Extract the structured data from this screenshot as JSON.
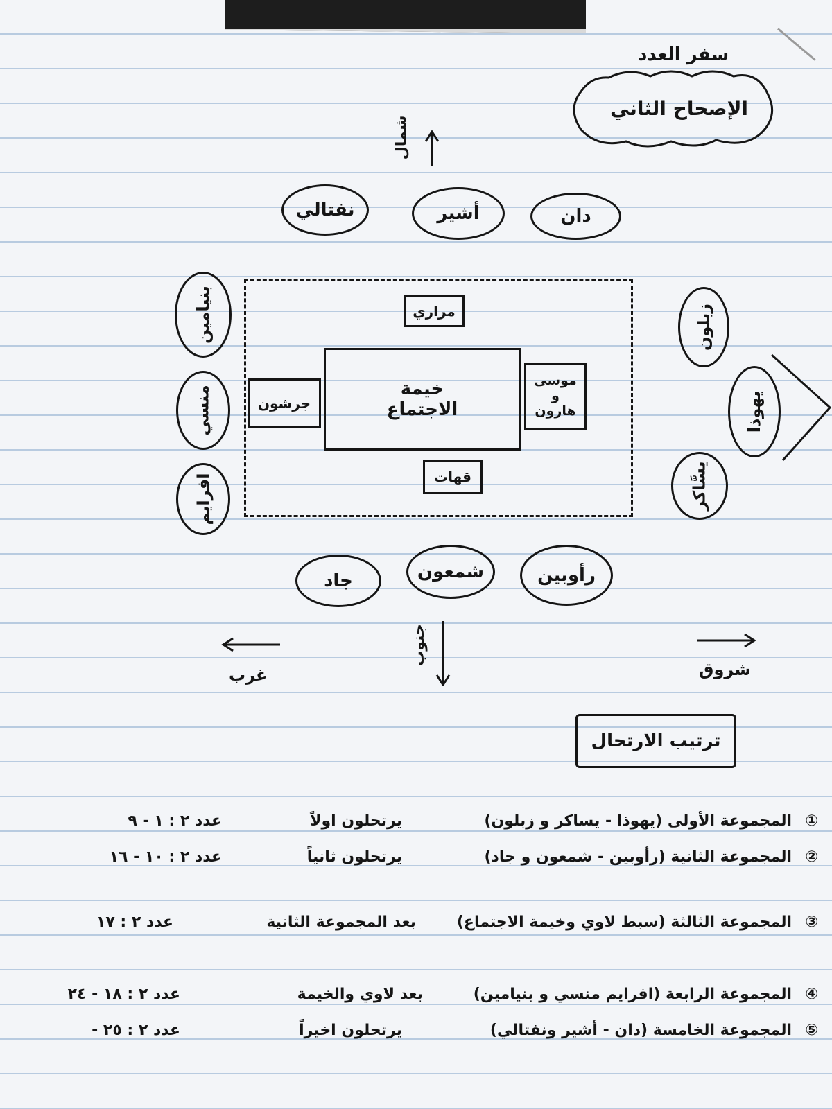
{
  "header": {
    "book_title": "سفر العدد",
    "chapter_title": "الإصحاح الثاني"
  },
  "directions": {
    "north": "شمال",
    "south": "جنوب",
    "east": "شروق",
    "west": "غرب"
  },
  "north_tribes": [
    "نفتالي",
    "أشير",
    "دان"
  ],
  "south_tribes": [
    "جاد",
    "شمعون",
    "رأوبين"
  ],
  "west_tribes": [
    "بنيامين",
    "منسي",
    "افرايم"
  ],
  "east_tribes": [
    "زبلون",
    "يهوذا",
    "يسَّاكر"
  ],
  "camp": {
    "tabernacle_line1": "خيمة",
    "tabernacle_line2": "الاجتماع",
    "north_levites": "مراري",
    "south_levites": "قهات",
    "west_levites": "جرشون",
    "east_line1": "موسى",
    "east_line2": "و",
    "east_line3": "هارون"
  },
  "departure": {
    "title": "ترتيب الارتحال",
    "groups": [
      {
        "num": "①",
        "group": "المجموعة الأولى (يهوذا - يساكر و زبلون)",
        "order": "يرتحلون اولاً",
        "ref": "عدد ٢ : ١ - ٩"
      },
      {
        "num": "②",
        "group": "المجموعة الثانية (رأوبين - شمعون و جاد)",
        "order": "يرتحلون ثانياً",
        "ref": "عدد ٢ : ١٠ - ١٦"
      },
      {
        "num": "③",
        "group": "المجموعة الثالثة (سبط لاوي وخيمة الاجتماع)",
        "order": "بعد المجموعة الثانية",
        "ref": "عدد ٢ : ١٧"
      },
      {
        "num": "④",
        "group": "المجموعة الرابعة (افرايم منسي و بنيامين)",
        "order": "بعد لاوي والخيمة",
        "ref": "عدد ٢ : ١٨ - ٢٤"
      },
      {
        "num": "⑤",
        "group": "المجموعة الخامسة (دان - أشير ونفتالي)",
        "order": "يرتحلون اخيراً",
        "ref": "عدد ٢ : ٢٥ -"
      }
    ]
  }
}
